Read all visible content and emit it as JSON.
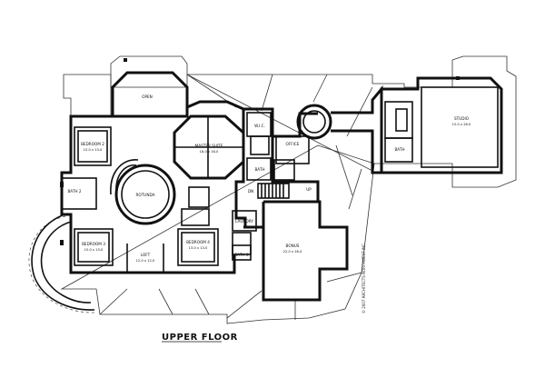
{
  "plan": {
    "title": "UPPER FLOOR",
    "copyright": "© 2007 ARCHITECTS NORTHWEST INC.",
    "rooms": {
      "open": {
        "name": "OPEN",
        "dims": ""
      },
      "bedroom2": {
        "name": "BEDROOM 2",
        "dims": "15-0 x 13-0"
      },
      "bath2": {
        "name": "BATH 2",
        "dims": ""
      },
      "bedroom3": {
        "name": "BEDROOM 3",
        "dims": "15-0 x 13-0"
      },
      "rotunda": {
        "name": "ROTUNDA",
        "dims": ""
      },
      "loft": {
        "name": "LOFT",
        "dims": "12-0 x 12-0"
      },
      "bedroom4": {
        "name": "BEDROOM 4",
        "dims": "13-0 x 13-0"
      },
      "master": {
        "name": "MASTER SUITE",
        "dims": "18-0 x 16-0"
      },
      "bath": {
        "name": "BATH",
        "dims": ""
      },
      "wic": {
        "name": "W.I.C.",
        "dims": ""
      },
      "laundry": {
        "name": "LAUNDRY",
        "dims": ""
      },
      "bath3": {
        "name": "BATH 3",
        "dims": ""
      },
      "bonus": {
        "name": "BONUS",
        "dims": "22-0 x 26-4"
      },
      "office": {
        "name": "OFFICE",
        "dims": ""
      },
      "studio": {
        "name": "STUDIO",
        "dims": "15-0 x 26-0"
      },
      "bath_studio": {
        "name": "BATH",
        "dims": ""
      },
      "dn": {
        "name": "DN",
        "dims": ""
      },
      "up": {
        "name": "UP",
        "dims": ""
      }
    }
  }
}
